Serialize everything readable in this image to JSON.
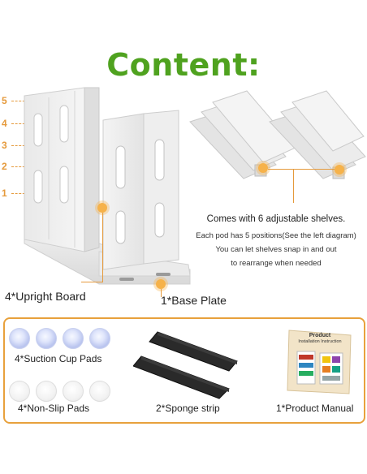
{
  "title": "Content:",
  "slot_numbers": [
    "5",
    "4",
    "3",
    "2",
    "1"
  ],
  "callouts": {
    "upright": "4*Upright Board",
    "base": "1*Base Plate"
  },
  "shelf_description": {
    "main": "Comes with 6 adjustable shelves.",
    "line1": "Each pod has 5 positions(See the left diagram)",
    "line2": "You can let shelves snap in and out",
    "line3": "to rearrange when needed"
  },
  "accessories": {
    "suction": "4*Suction Cup Pads",
    "nonslip": "4*Non-Slip Pads",
    "sponge": "2*Sponge strip",
    "manual": "1*Product Manual"
  },
  "manual_cover": {
    "title1": "Product",
    "title2": "Installation Instruction"
  },
  "colors": {
    "title_green": "#4fa21f",
    "accent_orange": "#e59a3c"
  }
}
